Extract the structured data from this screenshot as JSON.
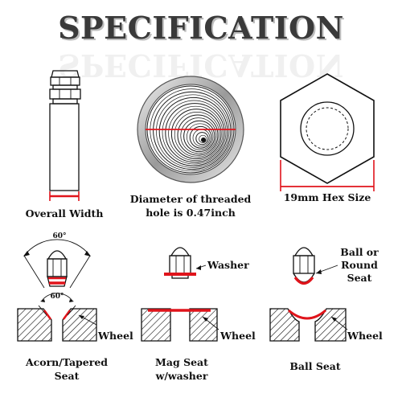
{
  "title": "SPECIFICATION",
  "labels": {
    "overall_width": "Overall Width",
    "diameter_line1": "Diameter of threaded",
    "diameter_line2": "hole is 0.47inch",
    "hex_size": "19mm Hex Size",
    "angle_top": "60°",
    "angle_seat": "60°",
    "washer": "Washer",
    "ball_line1": "Ball or",
    "ball_line2": "Round",
    "ball_line3": "Seat",
    "wheel_1": "Wheel",
    "wheel_2": "Wheel",
    "wheel_3": "Wheel",
    "acorn_line1": "Acorn/Tapered",
    "acorn_line2": "Seat",
    "mag_line1": "Mag Seat",
    "mag_line2": "w/washer",
    "ball_seat": "Ball Seat"
  },
  "colors": {
    "accent_red": "#e0141b",
    "title_gray": "#3a3a3a"
  }
}
